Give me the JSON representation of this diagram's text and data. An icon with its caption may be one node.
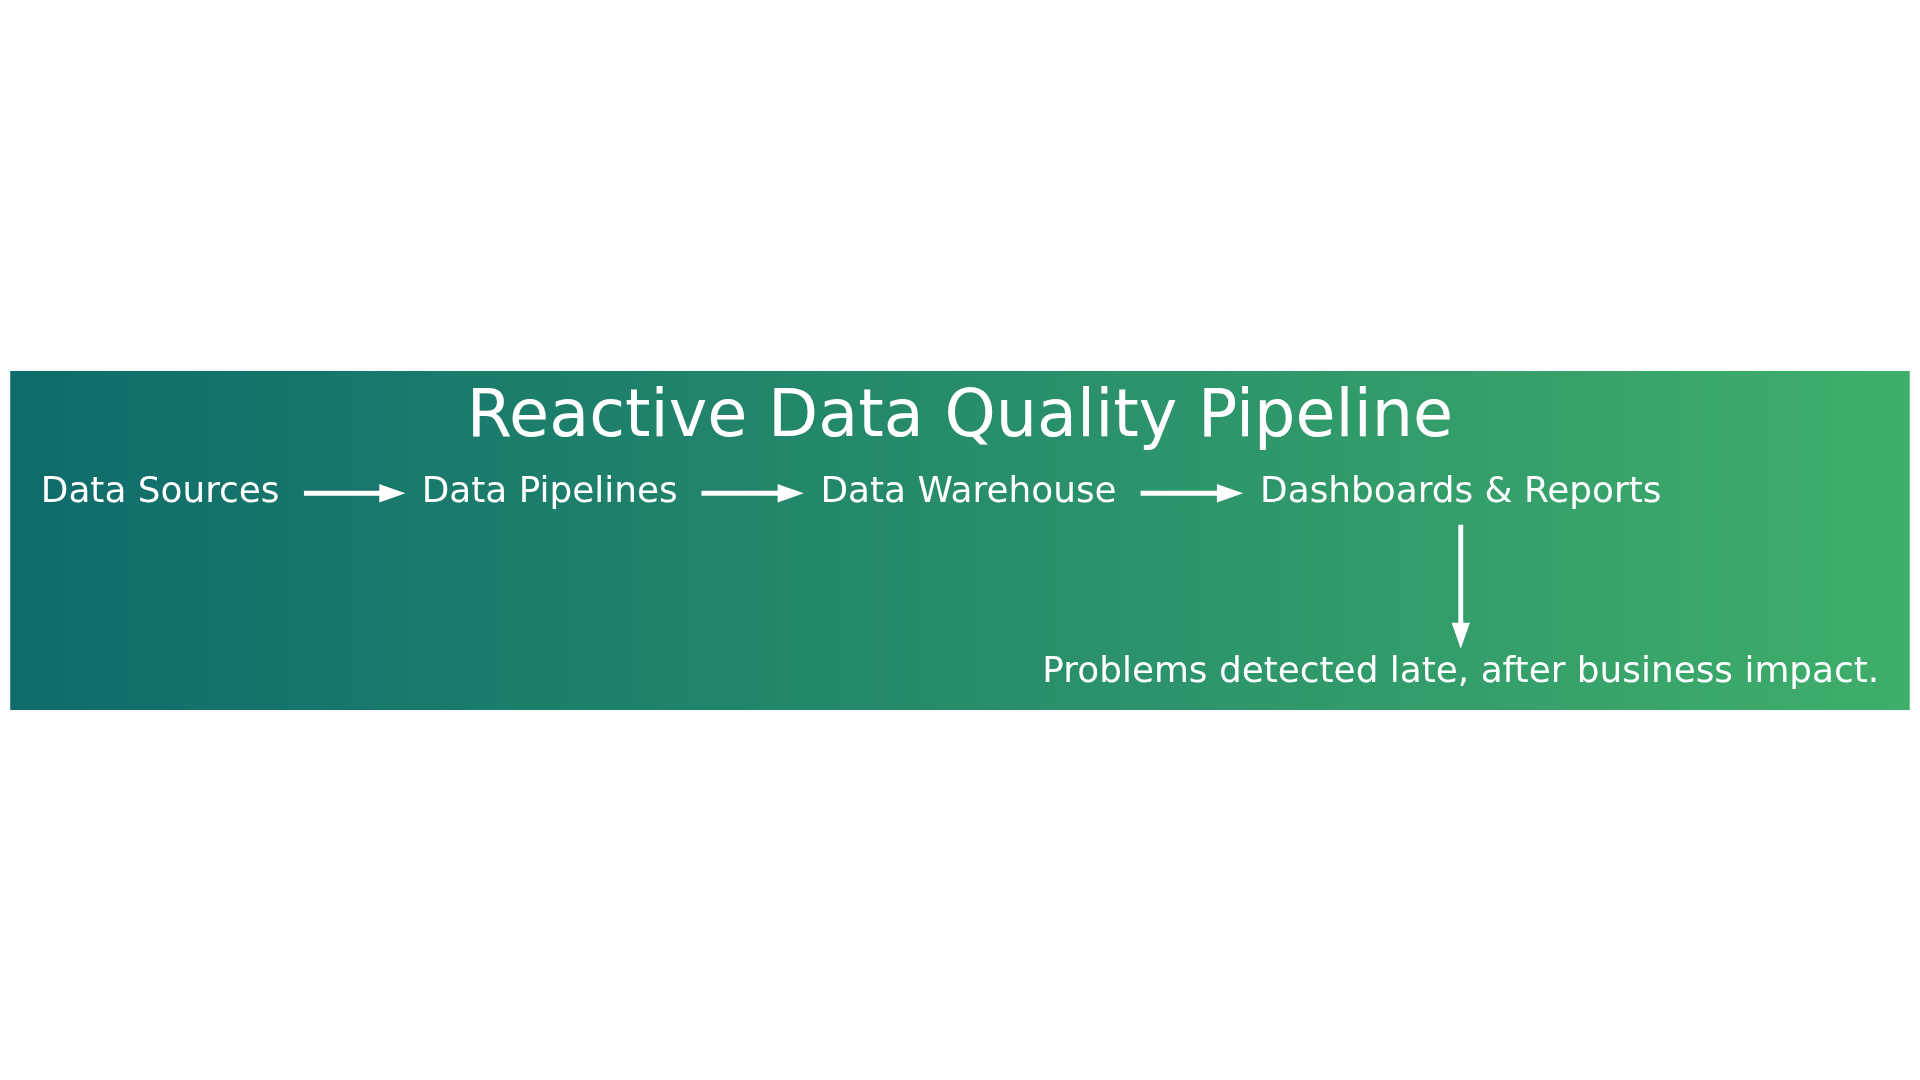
{
  "diagram": {
    "title": "Reactive Data Quality Pipeline",
    "nodes": [
      {
        "text": [
          "Data Sources"
        ]
      },
      {
        "text": [
          "Data Pipelines"
        ]
      },
      {
        "text": [
          "Data Warehouse"
        ]
      },
      {
        "text": [
          "Dashboards & Reports"
        ]
      },
      {
        "text": [
          "Problems detected late, after business impact."
        ]
      }
    ],
    "edges": [
      {
        "from": 0,
        "to": 1,
        "arrow": "to"
      },
      {
        "from": 1,
        "to": 2,
        "arrow": "to"
      },
      {
        "from": 2,
        "to": 3,
        "arrow": "to"
      },
      {
        "from": 3,
        "to": 4,
        "arrow": "to"
      }
    ]
  }
}
